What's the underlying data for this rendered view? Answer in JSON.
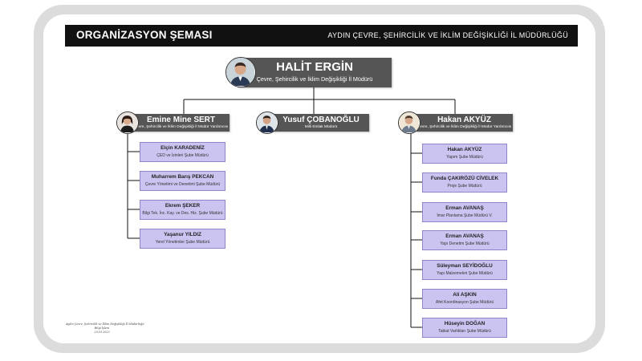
{
  "header": {
    "title": "ORGANİZASYON ŞEMASI",
    "subtitle": "AYDIN ÇEVRE, ŞEHİRCİLİK VE İKLİM DEĞİŞİKLİĞİ İL MÜDÜRLÜĞÜ"
  },
  "director": {
    "name": "HALİT ERGİN",
    "title": "Çevre, Şehircilik ve İklim Değişikliği İl Müdürü"
  },
  "deputies": [
    {
      "name": "Emine Mine SERT",
      "title": "Çevre, Şehircilik ve İklim Değişikliği İl Müdür Yardımcısı"
    },
    {
      "name": "Yusuf ÇOBANOĞLU",
      "title": "Milli Emlak Müdürü"
    },
    {
      "name": "Hakan AKYÜZ",
      "title": "Çevre, Şehircilik ve İklim Değişikliği İl Müdür Yardımcısı"
    }
  ],
  "left_units": [
    {
      "name": "Elçin KARADENİZ",
      "title": "ÇED ve İzinleri Şube Müdürü"
    },
    {
      "name": "Muharrem Barış PEKCAN",
      "title": "Çevre Yönetimi ve Denetimi Şube Müdürü"
    },
    {
      "name": "Ekrem ŞEKER",
      "title": "Bilgi Tek. İnc. Kay. ve Des. Hiz. Şube Müdürü"
    },
    {
      "name": "Yaşanur YILDIZ",
      "title": "Yerel Yönetimler Şube Müdürü"
    }
  ],
  "right_units": [
    {
      "name": "Hakan AKYÜZ",
      "title": "Yapım Şube Müdürü"
    },
    {
      "name": "Funda ÇAKIRÖZÜ CİVELEK",
      "title": "Proje Şube Müdürü"
    },
    {
      "name": "Erman AVANAŞ",
      "title": "İmar Planlama Şube Müdürü V."
    },
    {
      "name": "Erman AVANAŞ",
      "title": "Yapı Denetim Şube Müdürü"
    },
    {
      "name": "Süleyman SEYİDOĞLU",
      "title": "Yapı Malzemeleri Şube Müdürü"
    },
    {
      "name": "Ali AŞKIN",
      "title": "Afet Koordinasyon Şube Müdürü"
    },
    {
      "name": "Hüseyin DOĞAN",
      "title": "Tabiat Varlıkları Şube Müdürü"
    }
  ],
  "footer": {
    "line1": "Aydın Çevre, Şehircilik ve İklim Değişikliği İl Müdürlüğü",
    "line2": "Bilgi İşlem",
    "line3": "29.03.2023"
  },
  "colors": {
    "header_bg": "#111111",
    "gray_box": "#555555",
    "purple_box": "#cbc3f0",
    "frame": "#dcdcdc"
  }
}
